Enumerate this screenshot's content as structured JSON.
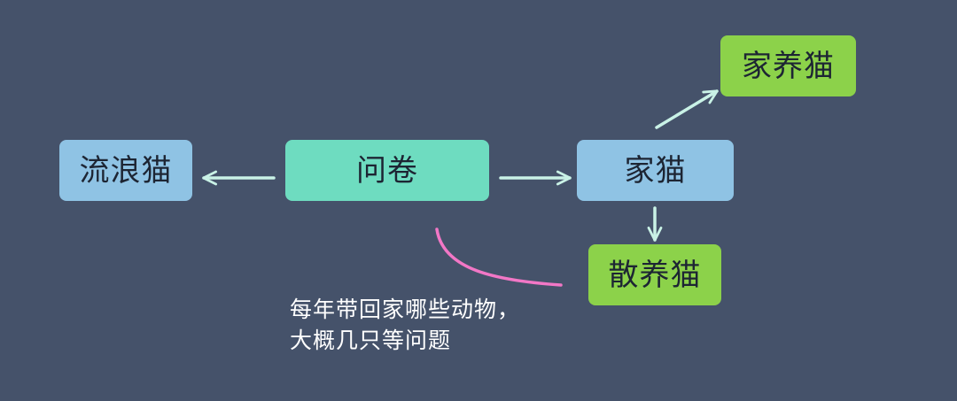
{
  "colors": {
    "background": "#45526a",
    "arrow": "#c9f2e6",
    "callout": "#f277c6",
    "blue_node": "#8fc3e4",
    "teal_node": "#6edcc0",
    "green_node": "#8cd24a"
  },
  "diagram": {
    "nodes": {
      "stray": "流浪猫",
      "survey": "问卷",
      "domestic": "家猫",
      "indoor": "家养猫",
      "outdoor": "散养猫"
    },
    "edges": [
      {
        "from": "survey",
        "to": "stray"
      },
      {
        "from": "survey",
        "to": "domestic"
      },
      {
        "from": "domestic",
        "to": "indoor"
      },
      {
        "from": "domestic",
        "to": "outdoor"
      }
    ],
    "note": {
      "line1": "每年带回家哪些动物，",
      "line2": "大概几只等问题"
    }
  }
}
